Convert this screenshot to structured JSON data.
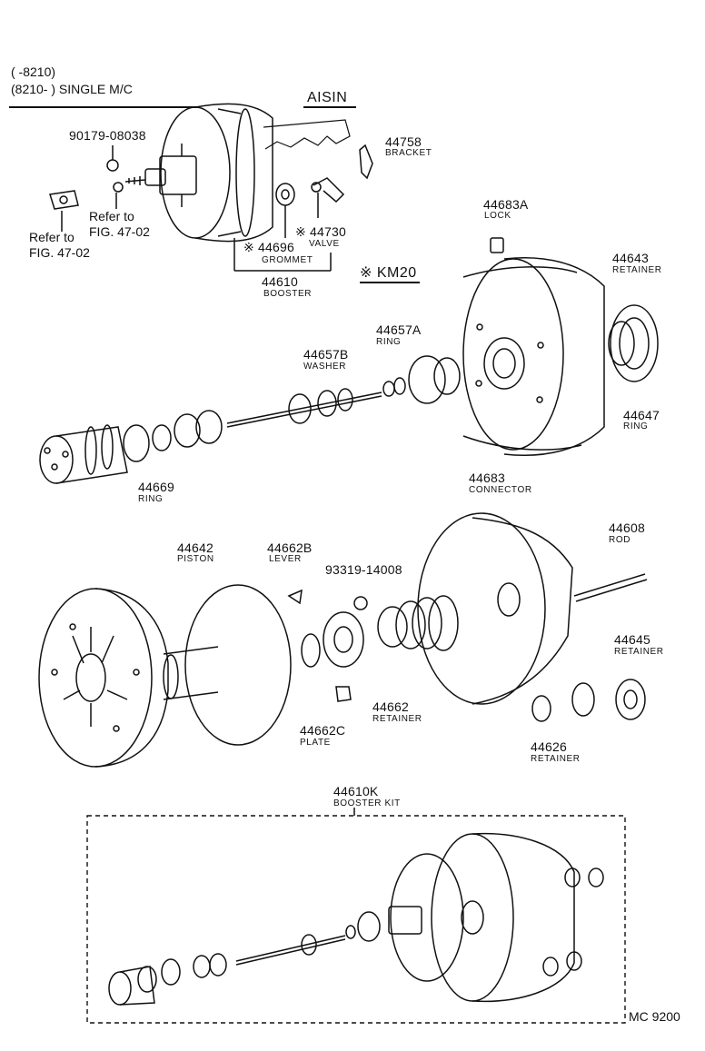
{
  "header": {
    "range_line_1": "(        -8210)",
    "range_line_2": "(8210-          ) SINGLE M/C"
  },
  "brand": "AISIN",
  "model_note": "※ KM20",
  "refs": {
    "ref_1_line_1": "Refer to",
    "ref_1_line_2": "FIG. 47-02",
    "ref_2_line_1": "Refer to",
    "ref_2_line_2": "FIG. 47-02"
  },
  "parts": [
    {
      "id": "p-90179",
      "number": "90179-08038",
      "name": ""
    },
    {
      "id": "p-44758",
      "number": "44758",
      "name": "BRACKET"
    },
    {
      "id": "p-44730",
      "number": "※ 44730",
      "name": "VALVE"
    },
    {
      "id": "p-44696",
      "number": "※ 44696",
      "name": "GROMMET"
    },
    {
      "id": "p-44610",
      "number": "44610",
      "name": "BOOSTER"
    },
    {
      "id": "p-44683A",
      "number": "44683A",
      "name": "LOCK"
    },
    {
      "id": "p-44643",
      "number": "44643",
      "name": "RETAINER"
    },
    {
      "id": "p-44657A",
      "number": "44657A",
      "name": "RING"
    },
    {
      "id": "p-44657B",
      "number": "44657B",
      "name": "WASHER"
    },
    {
      "id": "p-44647",
      "number": "44647",
      "name": "RING"
    },
    {
      "id": "p-44683",
      "number": "44683",
      "name": "CONNECTOR"
    },
    {
      "id": "p-44669",
      "number": "44669",
      "name": "RING"
    },
    {
      "id": "p-44642",
      "number": "44642",
      "name": "PISTON"
    },
    {
      "id": "p-44662B",
      "number": "44662B",
      "name": "LEVER"
    },
    {
      "id": "p-93319",
      "number": "93319-14008",
      "name": ""
    },
    {
      "id": "p-44608",
      "number": "44608",
      "name": "ROD"
    },
    {
      "id": "p-44645",
      "number": "44645",
      "name": "RETAINER"
    },
    {
      "id": "p-44662",
      "number": "44662",
      "name": "RETAINER"
    },
    {
      "id": "p-44662C",
      "number": "44662C",
      "name": "PLATE"
    },
    {
      "id": "p-44626",
      "number": "44626",
      "name": "RETAINER"
    },
    {
      "id": "p-44610K",
      "number": "44610K",
      "name": "BOOSTER KIT"
    }
  ],
  "footer_code": "MC  9200"
}
